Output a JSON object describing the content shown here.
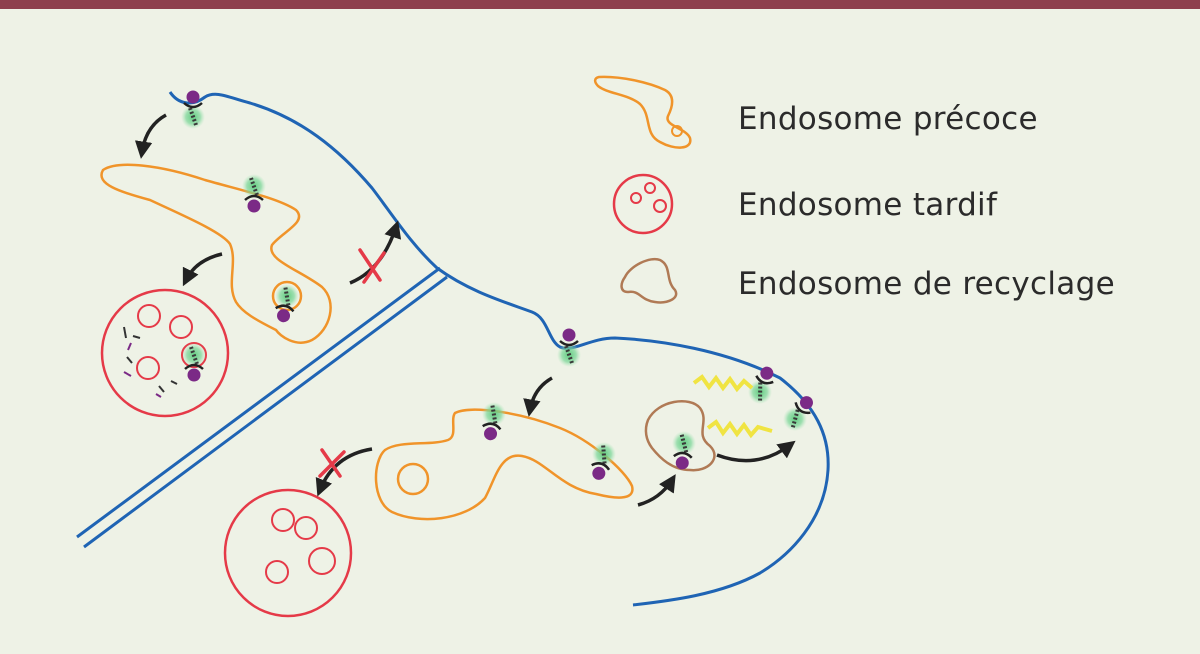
{
  "legend": {
    "items": [
      {
        "label": "Endosome précoce",
        "color": "#f0942a"
      },
      {
        "label": "Endosome tardif",
        "color": "#e53a48"
      },
      {
        "label": "Endosome de recyclage",
        "color": "#b07a55"
      }
    ]
  },
  "colors": {
    "membrane": "#1f64b4",
    "early_endosome": "#f0942a",
    "late_endosome": "#e53a48",
    "recycling_endosome": "#b07a55",
    "ligand": "#7b2a86",
    "receptor_glow": "#59c97a",
    "signal": "#f0e442",
    "arrow": "#222222",
    "block_cross": "#e53a48",
    "header_bar": "#8e3f4d"
  }
}
